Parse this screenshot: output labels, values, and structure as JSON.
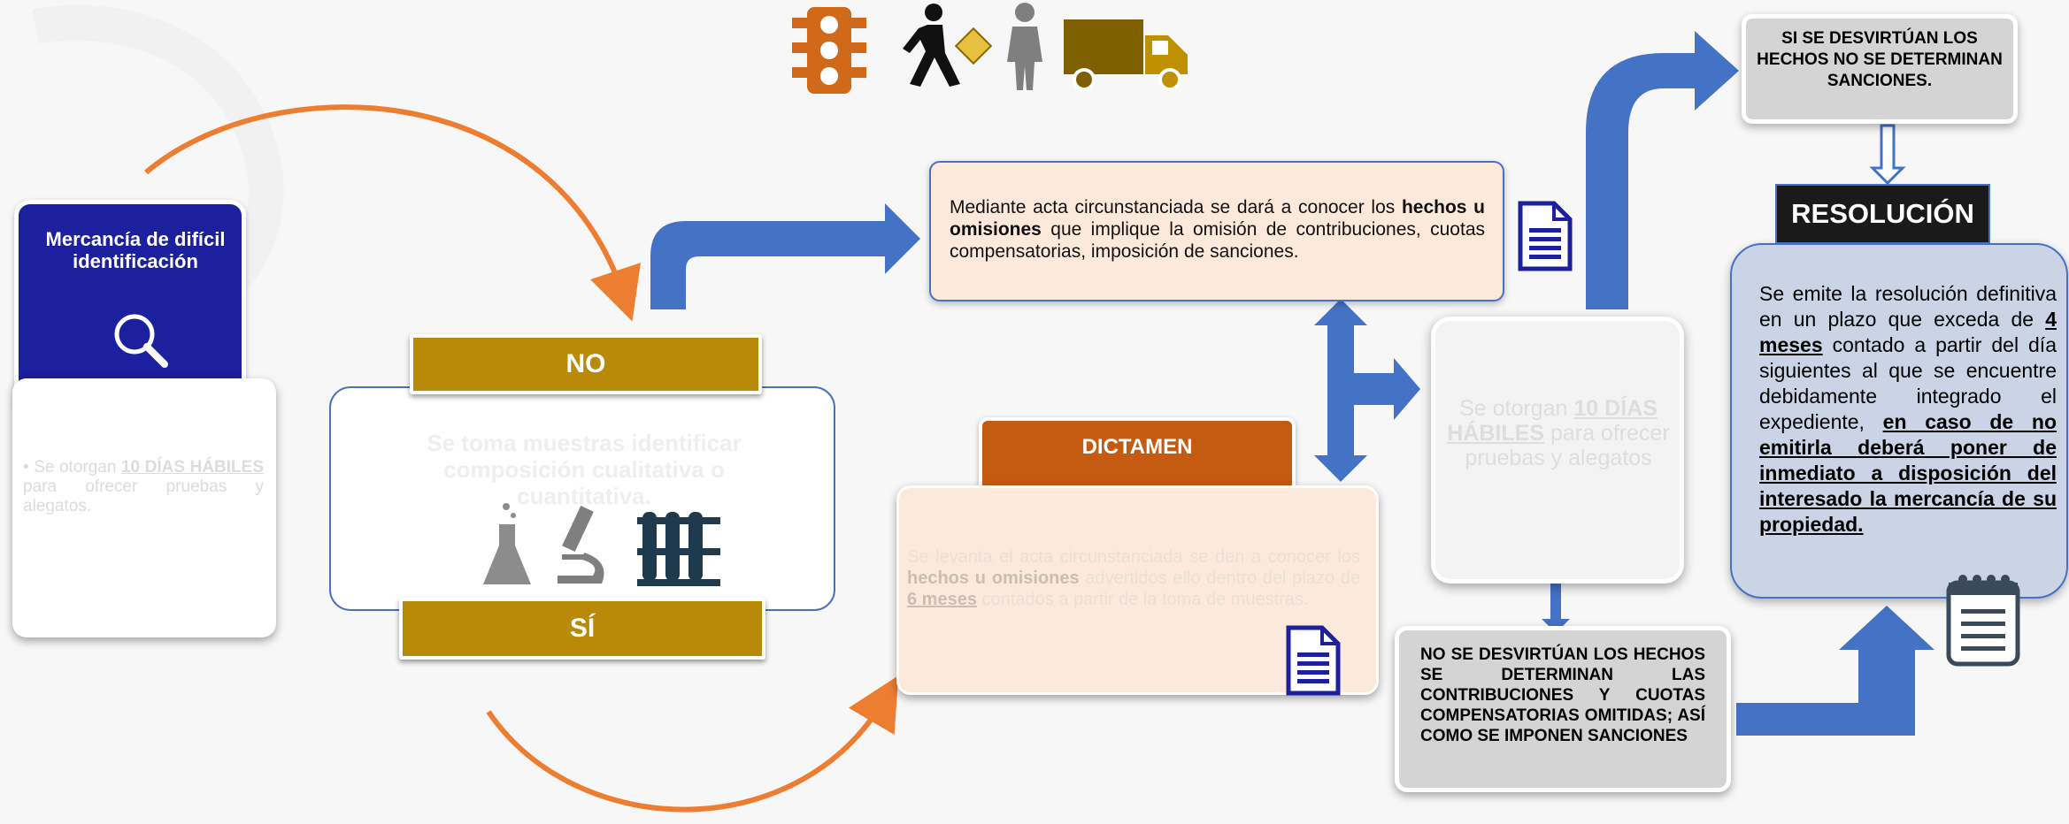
{
  "colors": {
    "blue_arrow": "#4472c4",
    "orange_arc": "#ed7d31",
    "navy": "#1c1f9e",
    "gold": "#b88a08",
    "dictamen": "#c55a11",
    "peach": "#fde9dc",
    "resolution_bg": "#cad4e6"
  },
  "icons": [
    "traffic-light-icon",
    "pedestrian-with-document-icon",
    "standing-person-icon",
    "truck-icon",
    "magnifier-icon",
    "flask-icon",
    "microscope-icon",
    "test-tubes-icon",
    "document-icon",
    "notepad-icon"
  ],
  "left_card": {
    "title": "Mercancía de difícil identificación",
    "text_bullet": "•",
    "text_prefix": "Se otorgan",
    "text_highlight": "10 DÍAS HÁBILES",
    "text_suffix": "para ofrecer pruebas y alegatos."
  },
  "middle": {
    "no_label": "NO",
    "si_label": "SÍ",
    "text": "Se toma muestras identificar composición cualitativa o cuantitativa."
  },
  "top_box": {
    "text_prefix": "Mediante acta circunstanciada se dará a conocer los",
    "text_bold": "hechos u omisiones",
    "text_suffix": "que implique la omisión de contribuciones, cuotas compensatorias, imposición de sanciones."
  },
  "dictamen": {
    "title": "DICTAMEN",
    "text_a": "Se levanta el acta circunstanciada se den a conocer los",
    "text_bold": "hechos u omisiones",
    "text_b": "advertidos ello dentro del plazo de",
    "text_highlight": "6 meses",
    "text_c": "contados a partir de la toma de muestras."
  },
  "grey_box": {
    "text_prefix": "Se otorgan",
    "text_highlight": "10 DÍAS HÁBILES",
    "text_suffix": "para ofrecer pruebas y alegatos"
  },
  "bottom_box": {
    "text": "NO SE DESVIRTÚAN LOS HECHOS SE DETERMINAN LAS CONTRIBUCIONES Y CUOTAS COMPENSATORIAS OMITIDAS; ASÍ COMO SE IMPONEN SANCIONES"
  },
  "top_right_box": {
    "text": "SI SE DESVIRTÚAN LOS HECHOS NO SE DETERMINAN SANCIONES."
  },
  "resolution": {
    "title": "RESOLUCIÓN",
    "text_a": "Se emite la resolución definitiva en un plazo que exceda de",
    "text_highlight": "4 meses",
    "text_b": "contado a partir del día siguientes al que se encuentre debidamente integrado el expediente,",
    "text_bold": "en caso de no emitirla deberá poner de inmediato a disposición del interesado la mercancía de su propiedad."
  }
}
